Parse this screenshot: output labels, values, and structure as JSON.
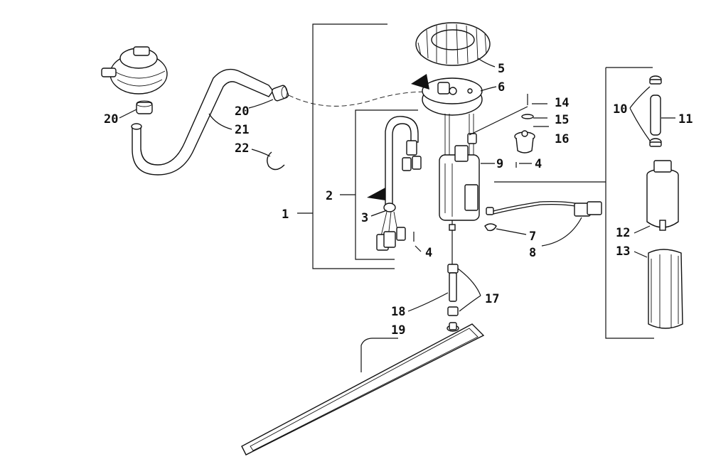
{
  "diagram": {
    "callouts": {
      "c1": "1",
      "c2": "2",
      "c3": "3",
      "c4a": "4",
      "c4b": "4",
      "c5": "5",
      "c6": "6",
      "c7": "7",
      "c8": "8",
      "c9": "9",
      "c10": "10",
      "c11": "11",
      "c12": "12",
      "c13": "13",
      "c14": "14",
      "c15": "15",
      "c16": "16",
      "c17": "17",
      "c18": "18",
      "c19": "19",
      "c20a": "20",
      "c20b": "20",
      "c21": "21",
      "c22": "22"
    }
  }
}
